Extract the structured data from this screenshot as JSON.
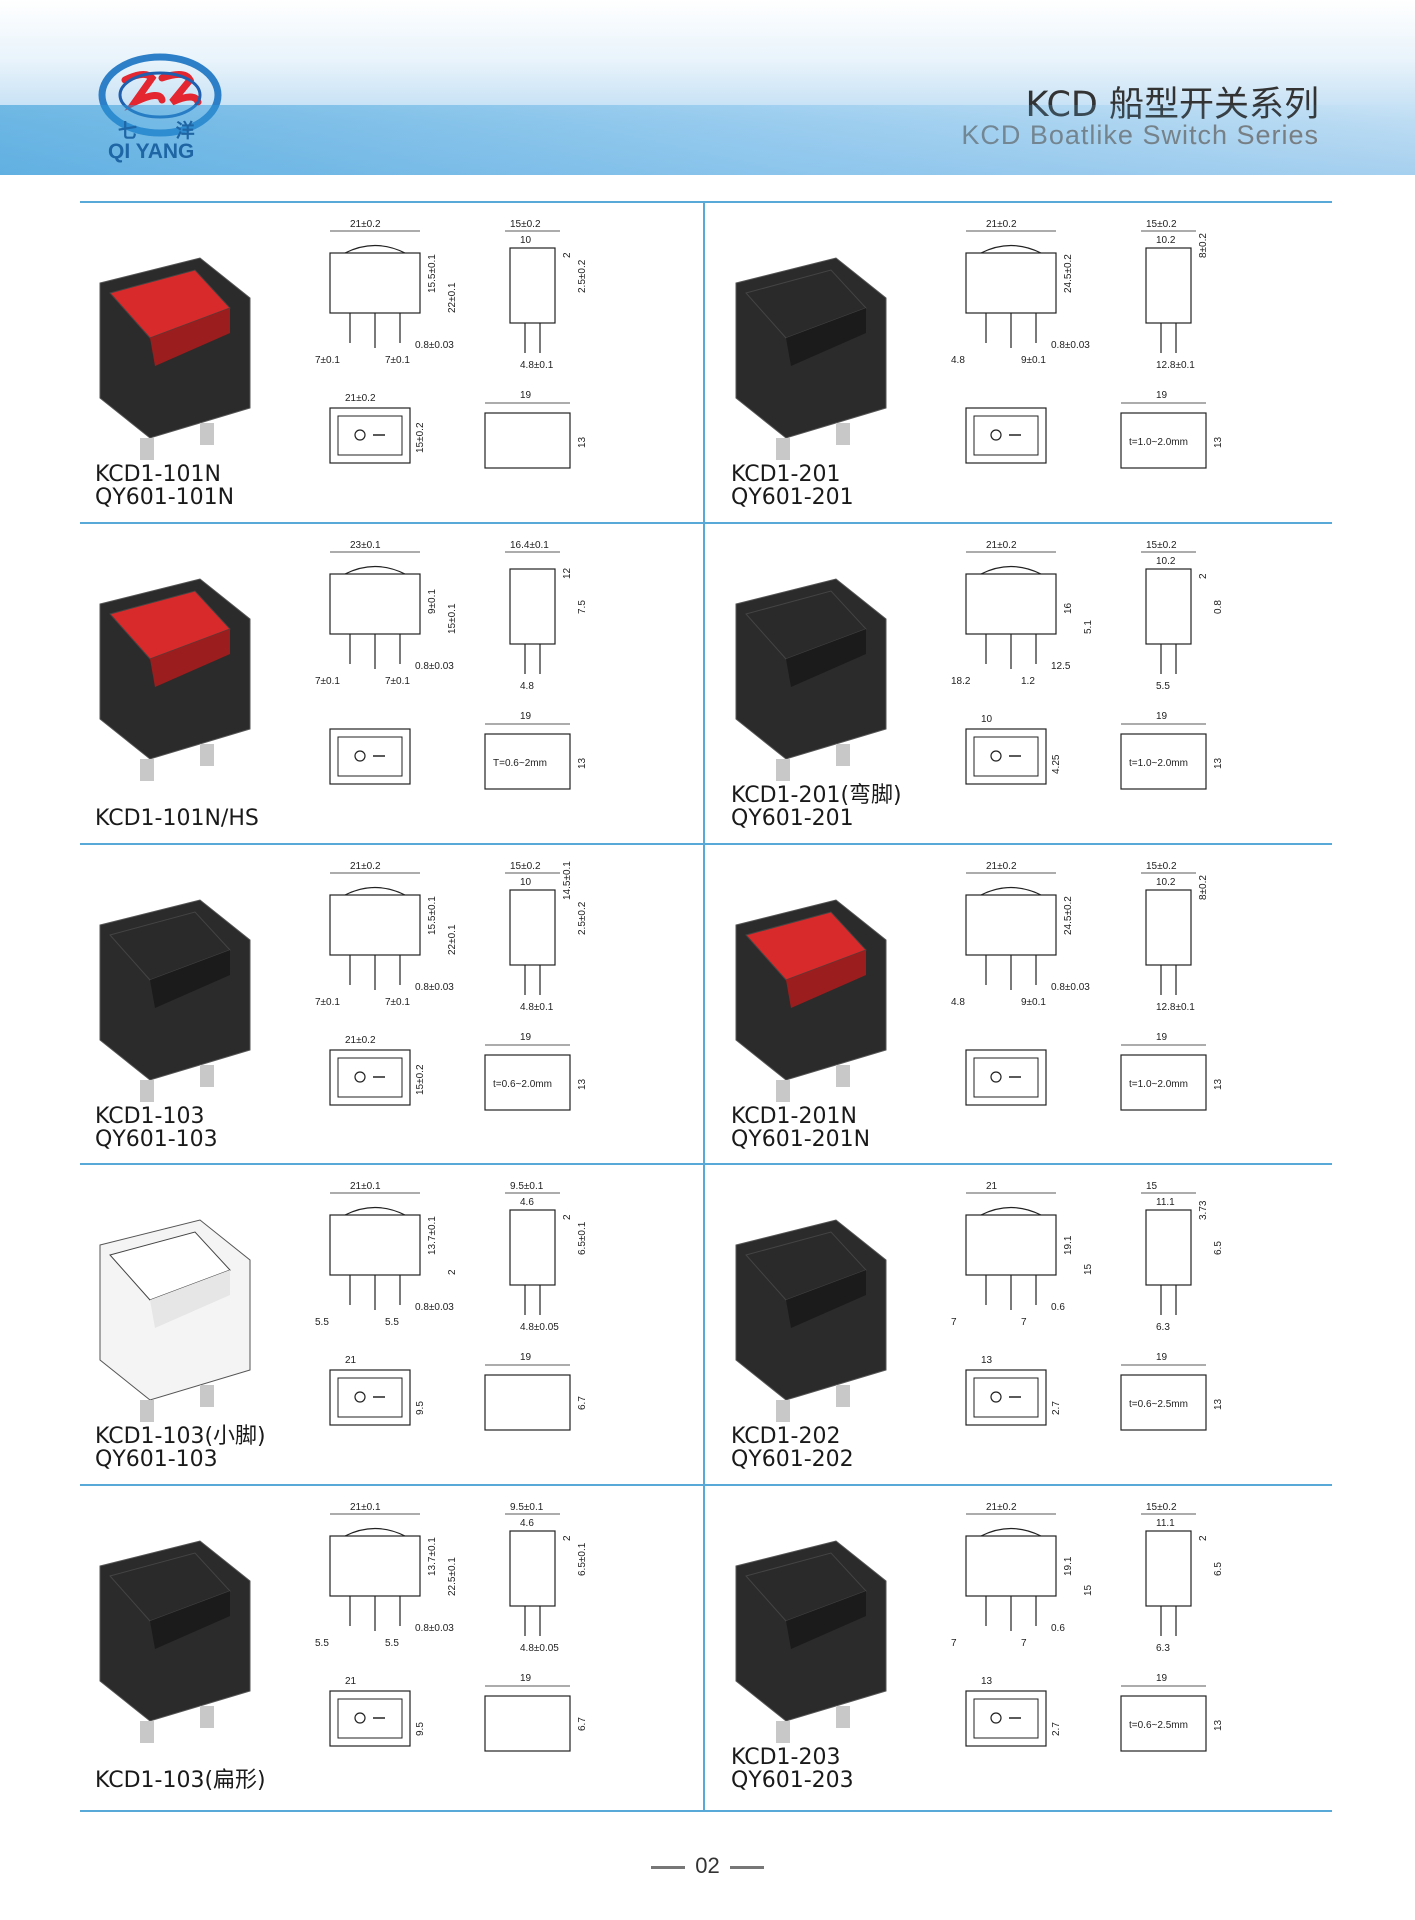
{
  "header": {
    "logo_cn": "七 洋",
    "logo_en": "QI YANG",
    "title_cn": "KCD 船型开关系列",
    "title_en": "KCD Boatlike Switch Series"
  },
  "products": [
    {
      "line1": "KCD1-101N",
      "line2": "QY601-101N",
      "color": "red"
    },
    {
      "line1": "KCD1-201",
      "line2": "QY601-201",
      "color": "black"
    },
    {
      "line1": "KCD1-101N/HS",
      "line2": "",
      "color": "red"
    },
    {
      "line1": "KCD1-201(弯脚)",
      "line2": "QY601-201",
      "color": "black"
    },
    {
      "line1": "KCD1-103",
      "line2": "QY601-103",
      "color": "black"
    },
    {
      "line1": "KCD1-201N",
      "line2": "QY601-201N",
      "color": "red"
    },
    {
      "line1": "KCD1-103(小脚)",
      "line2": "QY601-103",
      "color": "white"
    },
    {
      "line1": "KCD1-202",
      "line2": "QY601-202",
      "color": "black"
    },
    {
      "line1": "KCD1-103(扁形)",
      "line2": "",
      "color": "black"
    },
    {
      "line1": "KCD1-203",
      "line2": "QY601-203",
      "color": "black"
    }
  ],
  "dims": {
    "d1": {
      "width": "21±0.2",
      "depth": "15±0.2",
      "inner": "10",
      "h1": "15.5±0.1",
      "h2": "22±0.1",
      "pin": "7±0.1",
      "pin2": "7±0.1",
      "pinw": "0.8±0.03",
      "tab": "4.8±0.1",
      "cut_w": "19",
      "cut_h": "13",
      "frame_w": "21±0.2",
      "frame_h": "15±0.2",
      "t": "2",
      "t2": "2.5±0.2",
      "panel": ""
    },
    "d2": {
      "width": "21±0.2",
      "depth": "15±0.2",
      "inner": "10.2",
      "h1": "24.5±0.2",
      "h2": "",
      "pin": "4.8",
      "pin2": "9±0.1",
      "pinw": "0.8±0.03",
      "tab": "12.8±0.1",
      "cut_w": "19",
      "cut_h": "13",
      "frame_w": "",
      "frame_h": "",
      "t": "8±0.2",
      "t2": "",
      "panel": "t=1.0~2.0mm"
    },
    "d3": {
      "width": "23±0.1",
      "depth": "16.4±0.1",
      "inner": "",
      "h1": "9±0.1",
      "h2": "15±0.1",
      "pin": "7±0.1",
      "pin2": "7±0.1",
      "pinw": "0.8±0.03",
      "tab": "4.8",
      "cut_w": "19",
      "cut_h": "13",
      "frame_w": "",
      "frame_h": "",
      "t": "12",
      "t2": "7.5",
      "panel": "T=0.6~2mm"
    },
    "d4": {
      "width": "21±0.2",
      "depth": "15±0.2",
      "inner": "10.2",
      "h1": "16",
      "h2": "5.1",
      "pin": "18.2",
      "pin2": "1.2",
      "pinw": "12.5",
      "tab": "5.5",
      "cut_w": "19",
      "cut_h": "13",
      "frame_w": "10",
      "frame_h": "4.25",
      "t": "2",
      "t2": "0.8",
      "panel": "t=1.0~2.0mm"
    },
    "d5": {
      "width": "21±0.2",
      "depth": "15±0.2",
      "inner": "10",
      "h1": "15.5±0.1",
      "h2": "22±0.1",
      "pin": "7±0.1",
      "pin2": "7±0.1",
      "pinw": "0.8±0.03",
      "tab": "4.8±0.1",
      "cut_w": "19",
      "cut_h": "13",
      "frame_w": "21±0.2",
      "frame_h": "15±0.2",
      "t": "14.5±0.1",
      "t2": "2.5±0.2",
      "panel": "t=0.6~2.0mm"
    },
    "d6": {
      "width": "21±0.2",
      "depth": "15±0.2",
      "inner": "10.2",
      "h1": "24.5±0.2",
      "h2": "",
      "pin": "4.8",
      "pin2": "9±0.1",
      "pinw": "0.8±0.03",
      "tab": "12.8±0.1",
      "cut_w": "19",
      "cut_h": "13",
      "frame_w": "",
      "frame_h": "",
      "t": "8±0.2",
      "t2": "",
      "panel": "t=1.0~2.0mm"
    },
    "d7": {
      "width": "21±0.1",
      "depth": "9.5±0.1",
      "inner": "4.6",
      "h1": "13.7±0.1",
      "h2": "2",
      "pin": "5.5",
      "pin2": "5.5",
      "pinw": "0.8±0.03",
      "tab": "4.8±0.05",
      "cut_w": "19",
      "cut_h": "6.7",
      "frame_w": "21",
      "frame_h": "9.5",
      "t": "2",
      "t2": "6.5±0.1",
      "panel": ""
    },
    "d8": {
      "width": "21",
      "depth": "15",
      "inner": "11.1",
      "h1": "19.1",
      "h2": "15",
      "pin": "7",
      "pin2": "7",
      "pinw": "0.6",
      "tab": "6.3",
      "cut_w": "19",
      "cut_h": "13",
      "frame_w": "13",
      "frame_h": "2.7",
      "t": "3.73",
      "t2": "6.5",
      "panel": "t=0.6~2.5mm"
    },
    "d9": {
      "width": "21±0.1",
      "depth": "9.5±0.1",
      "inner": "4.6",
      "h1": "13.7±0.1",
      "h2": "22.5±0.1",
      "pin": "5.5",
      "pin2": "5.5",
      "pinw": "0.8±0.03",
      "tab": "4.8±0.05",
      "cut_w": "19",
      "cut_h": "6.7",
      "frame_w": "21",
      "frame_h": "9.5",
      "t": "2",
      "t2": "6.5±0.1",
      "panel": ""
    },
    "d10": {
      "width": "21±0.2",
      "depth": "15±0.2",
      "inner": "11.1",
      "h1": "19.1",
      "h2": "15",
      "pin": "7",
      "pin2": "7",
      "pinw": "0.6",
      "tab": "6.3",
      "cut_w": "19",
      "cut_h": "13",
      "frame_w": "13",
      "frame_h": "2.7",
      "t": "2",
      "t2": "6.5",
      "panel": "t=0.6~2.5mm"
    }
  },
  "footer": {
    "page": "02"
  }
}
